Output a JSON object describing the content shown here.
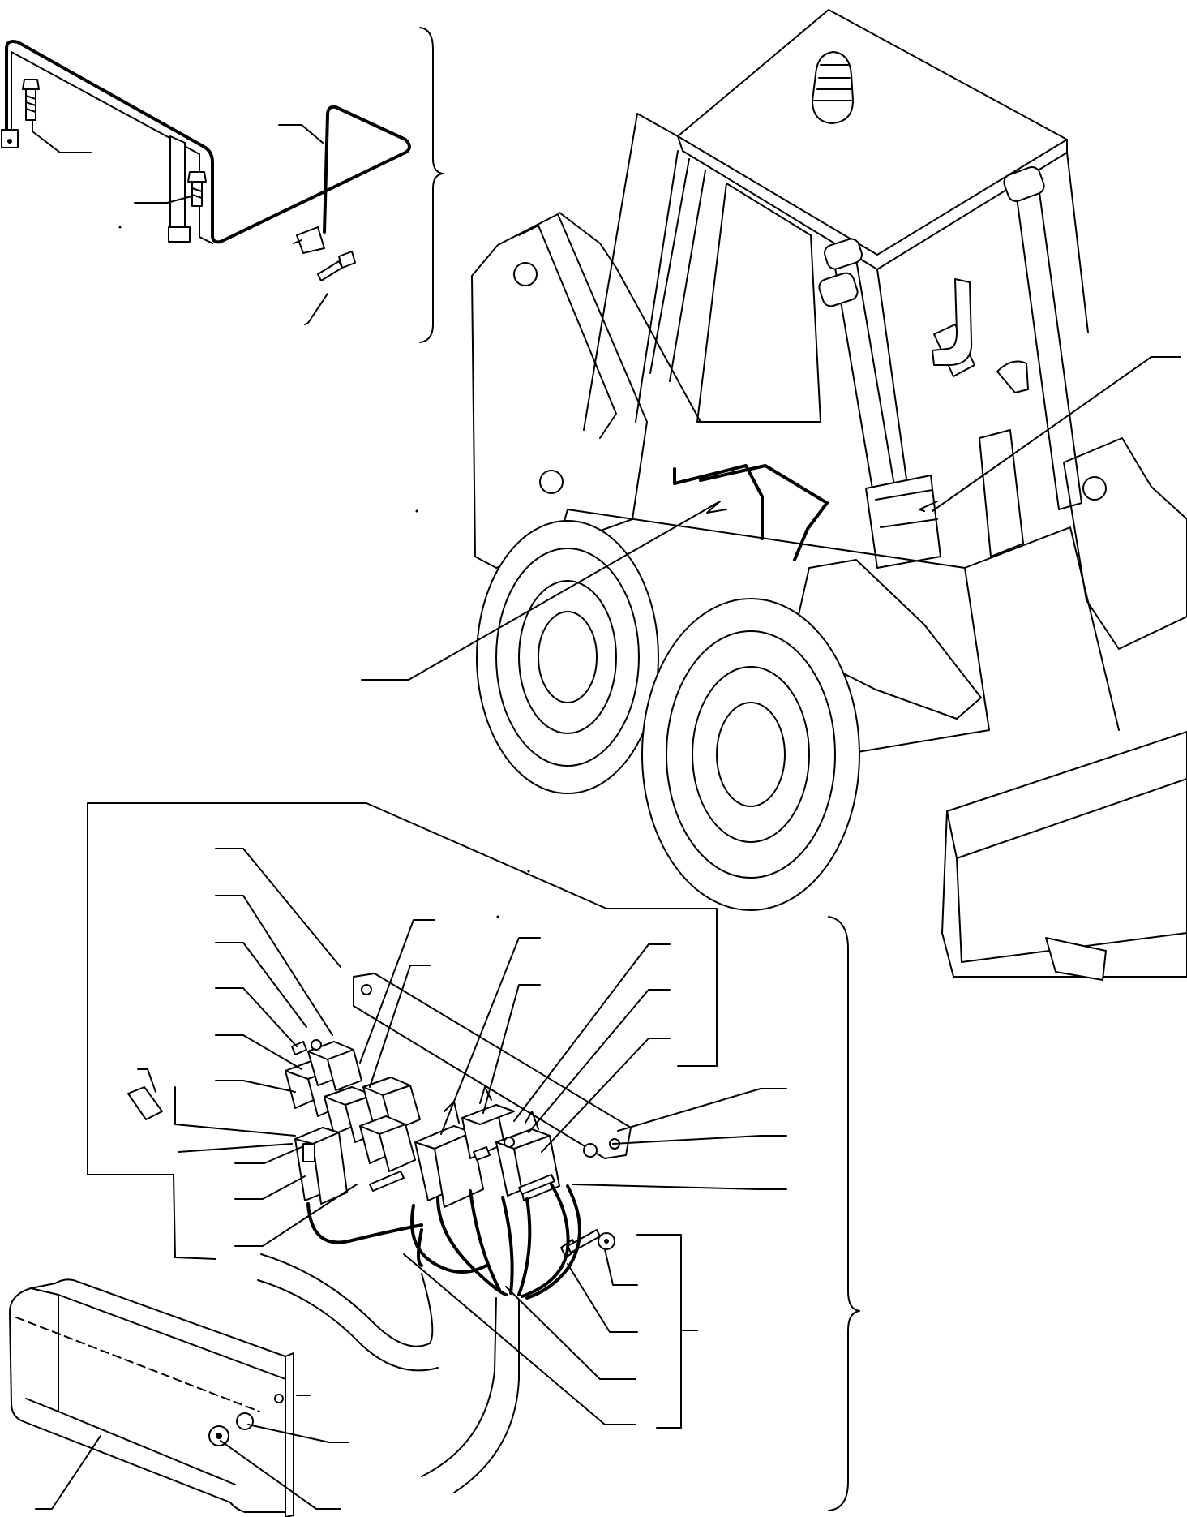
{
  "figure": {
    "kind": "exploded-parts-illustration",
    "text_labels": [],
    "callout_leaders_without_numbers": true
  },
  "colors": {
    "ink": "#000000",
    "paper": "#ffffff"
  },
  "groups": [
    {
      "name": "guard-bracket-group"
    },
    {
      "name": "skid-steer-loader"
    },
    {
      "name": "relay-panel-group"
    },
    {
      "name": "cover-box"
    }
  ]
}
